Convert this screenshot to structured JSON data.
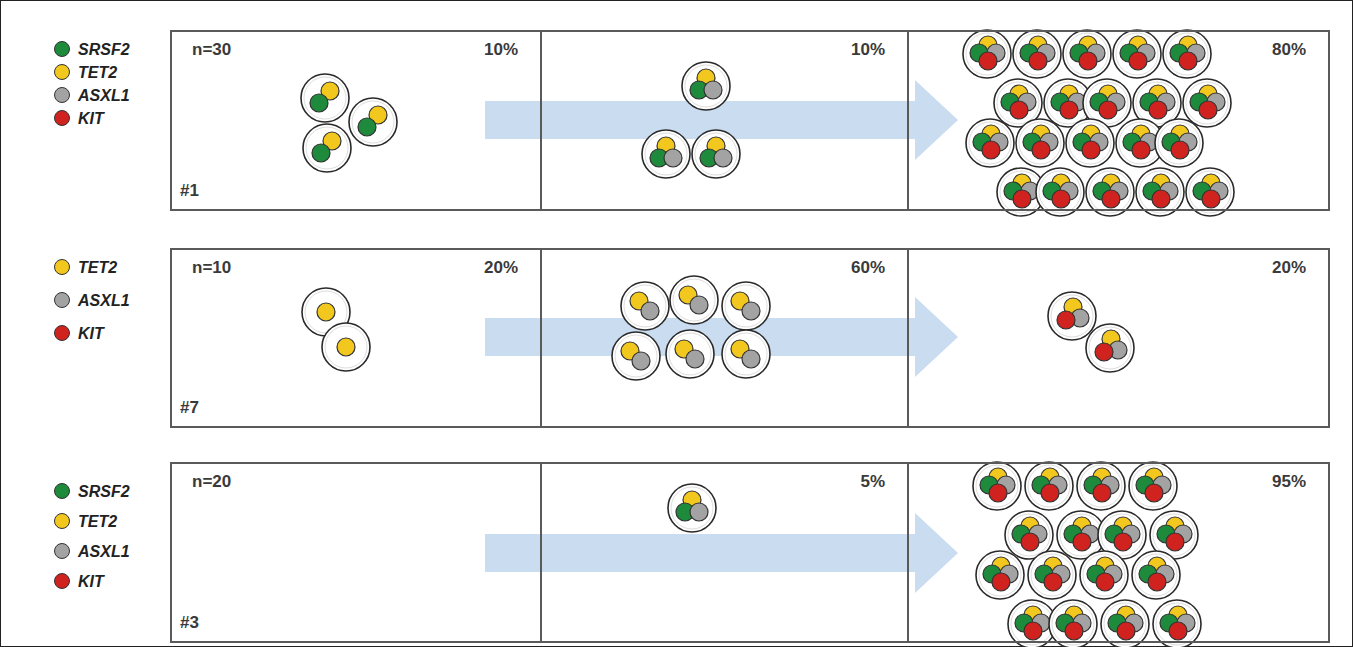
{
  "diagram": {
    "nodes": [
      {
        "text": [
          "n=30",
          "10%",
          "#1"
        ]
      },
      {
        "text": [
          "10%"
        ]
      },
      {
        "text": [
          "80%"
        ]
      },
      {
        "text": [
          "n=10",
          "20%",
          "#7"
        ]
      },
      {
        "text": [
          "60%"
        ]
      },
      {
        "text": [
          "20%"
        ]
      },
      {
        "text": [
          "n=20",
          "#3"
        ]
      },
      {
        "text": [
          "5%"
        ]
      },
      {
        "text": [
          "95%"
        ]
      }
    ],
    "legend": [
      {
        "text": "SRSF2",
        "color": "#1e8a3c"
      },
      {
        "text": "TET2",
        "color": "#f2c81e"
      },
      {
        "text": "ASXL1",
        "color": "#a3a3a3"
      },
      {
        "text": "KIT",
        "color": "#d0231f"
      },
      {
        "text": "TET2",
        "color": "#f2c81e"
      },
      {
        "text": "ASXL1",
        "color": "#a3a3a3"
      },
      {
        "text": "KIT",
        "color": "#d0231f"
      },
      {
        "text": "SRSF2",
        "color": "#1e8a3c"
      },
      {
        "text": "TET2",
        "color": "#f2c81e"
      },
      {
        "text": "ASXL1",
        "color": "#a3a3a3"
      },
      {
        "text": "KIT",
        "color": "#d0231f"
      }
    ]
  }
}
